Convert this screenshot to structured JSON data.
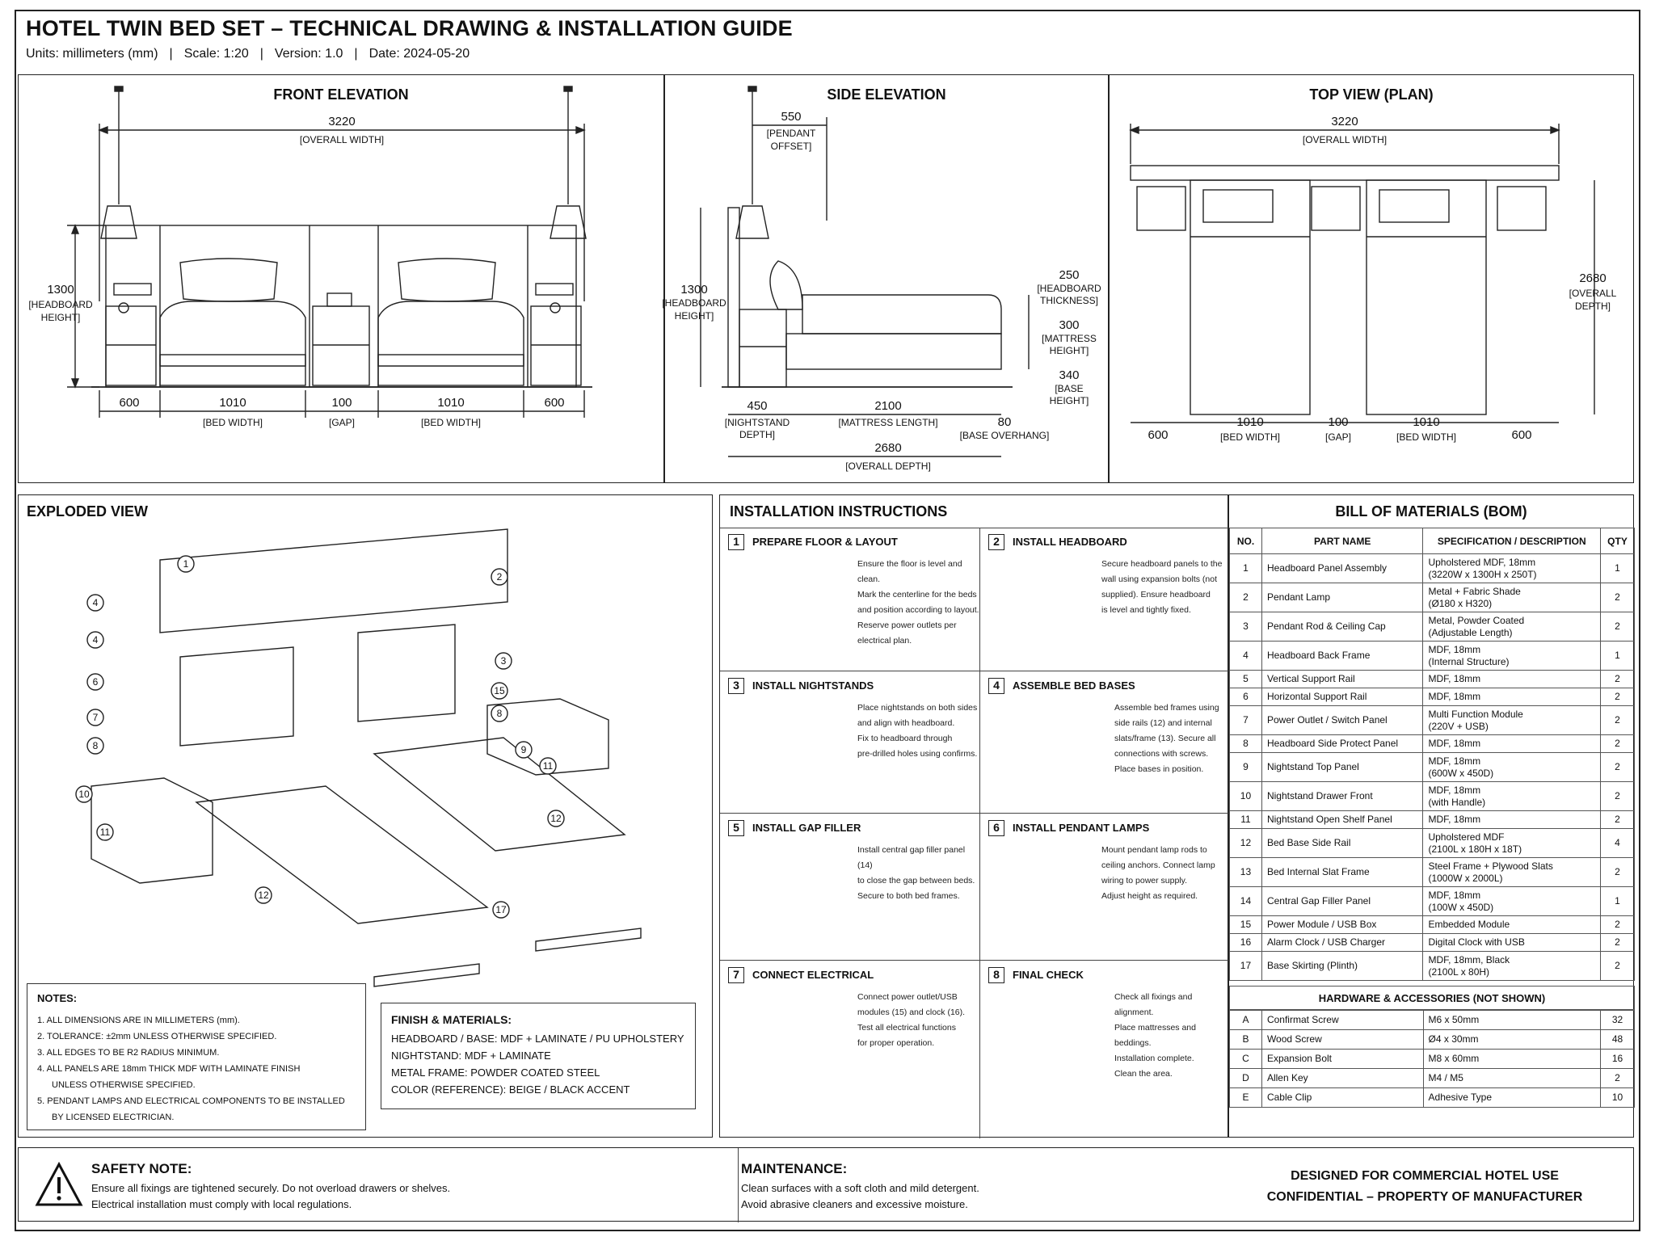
{
  "header": {
    "title": "HOTEL TWIN BED SET – TECHNICAL DRAWING & INSTALLATION GUIDE",
    "units": "Units: millimeters (mm)",
    "scale": "Scale: 1:20",
    "version": "Version: 1.0",
    "date": "Date: 2024-05-20"
  },
  "front": {
    "title": "FRONT ELEVATION",
    "overall": "3220",
    "overall_label": "[OVERALL WIDTH]",
    "height": "1300",
    "height_label1": "[HEADBOARD",
    "height_label2": "HEIGHT]",
    "w1": "600",
    "w2": "1010",
    "w2_label": "[BED WIDTH]",
    "w3": "100",
    "w3_label": "[GAP]",
    "w4": "1010",
    "w4_label": "[BED WIDTH]",
    "w5": "600"
  },
  "side": {
    "title": "SIDE ELEVATION",
    "offset": "550",
    "offset_l1": "[PENDANT",
    "offset_l2": "OFFSET]",
    "height": "1300",
    "height_l1": "[HEADBOARD",
    "height_l2": "HEIGHT]",
    "thick": "250",
    "thick_l1": "[HEADBOARD",
    "thick_l2": "THICKNESS]",
    "mat": "300",
    "mat_l1": "[MATTRESS",
    "mat_l2": "HEIGHT]",
    "base": "340",
    "base_l1": "[BASE",
    "base_l2": "HEIGHT]",
    "ns": "450",
    "ns_l1": "[NIGHTSTAND",
    "ns_l2": "DEPTH]",
    "len": "2100",
    "len_l": "[MATTRESS LENGTH]",
    "over": "80",
    "over_l": "[BASE OVERHANG]",
    "depth": "2680",
    "depth_l": "[OVERALL DEPTH]"
  },
  "top": {
    "title": "TOP VIEW (PLAN)",
    "overall": "3220",
    "overall_label": "[OVERALL WIDTH]",
    "depth": "2680",
    "depth_l1": "[OVERALL",
    "depth_l2": "DEPTH]",
    "w1": "600",
    "w2": "1010",
    "w2_label": "[BED WIDTH]",
    "w3": "100",
    "w3_label": "[GAP]",
    "w4": "1010",
    "w4_label": "[BED WIDTH]",
    "w5": "600"
  },
  "exploded": {
    "title": "EXPLODED VIEW",
    "callouts": [
      "1",
      "2",
      "3",
      "4",
      "4",
      "6",
      "7",
      "8",
      "9",
      "10",
      "11",
      "11",
      "12",
      "12",
      "15",
      "8",
      "17"
    ]
  },
  "notes": {
    "title": "NOTES:",
    "items": [
      "ALL DIMENSIONS ARE IN MILLIMETERS (mm).",
      "TOLERANCE: ±2mm UNLESS OTHERWISE SPECIFIED.",
      "ALL EDGES TO BE R2 RADIUS MINIMUM.",
      "ALL PANELS ARE 18mm THICK MDF WITH LAMINATE FINISH",
      "UNLESS OTHERWISE SPECIFIED.",
      "PENDANT LAMPS AND ELECTRICAL COMPONENTS TO BE INSTALLED",
      "BY LICENSED ELECTRICIAN."
    ],
    "numbers": [
      "1.",
      "2.",
      "3.",
      "4.",
      "",
      "5.",
      ""
    ]
  },
  "finish": {
    "title": "FINISH & MATERIALS:",
    "l1": "HEADBOARD / BASE: MDF + LAMINATE / PU UPHOLSTERY",
    "l2": "NIGHTSTAND:  MDF + LAMINATE",
    "l3": "METAL FRAME: POWDER COATED STEEL",
    "l4": "COLOR (REFERENCE):  BEIGE / BLACK ACCENT"
  },
  "install": {
    "title": "INSTALLATION INSTRUCTIONS",
    "steps": [
      {
        "n": "1",
        "t": "PREPARE FLOOR & LAYOUT",
        "lines": [
          "Ensure the floor is level and clean.",
          "Mark the centerline for the beds",
          "and position according to layout.",
          "Reserve power outlets per",
          "electrical plan."
        ]
      },
      {
        "n": "2",
        "t": "INSTALL HEADBOARD",
        "lines": [
          "Secure headboard panels to the",
          "wall using expansion bolts (not",
          "supplied). Ensure headboard",
          "is level and tightly fixed."
        ]
      },
      {
        "n": "3",
        "t": "INSTALL NIGHTSTANDS",
        "lines": [
          "Place nightstands on both sides",
          "and align with headboard.",
          "Fix to headboard through",
          "pre-drilled holes using confirms."
        ]
      },
      {
        "n": "4",
        "t": "ASSEMBLE BED BASES",
        "lines": [
          "Assemble bed frames using",
          "side rails (12) and internal",
          "slats/frame (13). Secure all",
          "connections with screws.",
          "Place bases in position."
        ]
      },
      {
        "n": "5",
        "t": "INSTALL GAP FILLER",
        "lines": [
          "Install central gap filler panel (14)",
          "to close the gap between beds.",
          "Secure to both bed frames."
        ]
      },
      {
        "n": "6",
        "t": "INSTALL PENDANT LAMPS",
        "lines": [
          "Mount pendant lamp rods to",
          "ceiling anchors. Connect lamp",
          "wiring to power supply.",
          "Adjust height as required."
        ]
      },
      {
        "n": "7",
        "t": "CONNECT ELECTRICAL",
        "lines": [
          "Connect power outlet/USB",
          "modules (15) and clock (16).",
          "Test all electrical functions",
          "for proper operation."
        ]
      },
      {
        "n": "8",
        "t": "FINAL CHECK",
        "lines": [
          "Check all fixings and alignment.",
          "Place mattresses and beddings.",
          "Installation complete.",
          " Clean the area."
        ]
      }
    ]
  },
  "bom": {
    "title": "BILL OF MATERIALS (BOM)",
    "headers": [
      "NO.",
      "PART NAME",
      "SPECIFICATION / DESCRIPTION",
      "QTY"
    ],
    "rows": [
      {
        "no": "1",
        "name": "Headboard Panel Assembly",
        "spec": [
          "Upholstered MDF, 18mm",
          "(3220W x 1300H x 250T)"
        ],
        "qty": "1"
      },
      {
        "no": "2",
        "name": "Pendant Lamp",
        "spec": [
          "Metal + Fabric Shade",
          "(Ø180 x H320)"
        ],
        "qty": "2"
      },
      {
        "no": "3",
        "name": "Pendant Rod & Ceiling Cap",
        "spec": [
          "Metal, Powder Coated",
          "(Adjustable Length)"
        ],
        "qty": "2"
      },
      {
        "no": "4",
        "name": "Headboard Back Frame",
        "spec": [
          "MDF, 18mm",
          "(Internal Structure)"
        ],
        "qty": "1"
      },
      {
        "no": "5",
        "name": "Vertical Support Rail",
        "spec": [
          "MDF, 18mm"
        ],
        "qty": "2"
      },
      {
        "no": "6",
        "name": "Horizontal Support Rail",
        "spec": [
          "MDF, 18mm"
        ],
        "qty": "2"
      },
      {
        "no": "7",
        "name": "Power Outlet / Switch Panel",
        "spec": [
          "Multi Function Module",
          "(220V + USB)"
        ],
        "qty": "2"
      },
      {
        "no": "8",
        "name": "Headboard Side Protect Panel",
        "spec": [
          "MDF, 18mm"
        ],
        "qty": "2"
      },
      {
        "no": "9",
        "name": "Nightstand Top Panel",
        "spec": [
          "MDF, 18mm",
          "(600W x 450D)"
        ],
        "qty": "2"
      },
      {
        "no": "10",
        "name": "Nightstand Drawer Front",
        "spec": [
          "MDF, 18mm",
          "(with Handle)"
        ],
        "qty": "2"
      },
      {
        "no": "11",
        "name": "Nightstand Open Shelf Panel",
        "spec": [
          "MDF, 18mm"
        ],
        "qty": "2"
      },
      {
        "no": "12",
        "name": "Bed Base Side Rail",
        "spec": [
          "Upholstered MDF",
          "(2100L x 180H x 18T)"
        ],
        "qty": "4"
      },
      {
        "no": "13",
        "name": "Bed Internal Slat Frame",
        "spec": [
          "Steel Frame + Plywood Slats",
          "(1000W x 2000L)"
        ],
        "qty": "2"
      },
      {
        "no": "14",
        "name": "Central Gap Filler Panel",
        "spec": [
          "MDF, 18mm",
          "(100W x 450D)"
        ],
        "qty": "1"
      },
      {
        "no": "15",
        "name": "Power Module / USB Box",
        "spec": [
          "Embedded Module"
        ],
        "qty": "2"
      },
      {
        "no": "16",
        "name": "Alarm Clock / USB Charger",
        "spec": [
          "Digital Clock with USB"
        ],
        "qty": "2"
      },
      {
        "no": "17",
        "name": "Base Skirting (Plinth)",
        "spec": [
          "MDF, 18mm, Black",
          "(2100L x 80H)"
        ],
        "qty": "2"
      }
    ],
    "hw_title": "HARDWARE & ACCESSORIES (NOT SHOWN)",
    "hw_rows": [
      {
        "no": "A",
        "name": "Confirmat Screw",
        "spec": "M6 x 50mm",
        "qty": "32"
      },
      {
        "no": "B",
        "name": "Wood Screw",
        "spec": "Ø4 x 30mm",
        "qty": "48"
      },
      {
        "no": "C",
        "name": "Expansion Bolt",
        "spec": "M8 x 60mm",
        "qty": "16"
      },
      {
        "no": "D",
        "name": "Allen Key",
        "spec": "M4 / M5",
        "qty": "2"
      },
      {
        "no": "E",
        "name": "Cable Clip",
        "spec": "Adhesive Type",
        "qty": "10"
      }
    ]
  },
  "footer": {
    "safety_title": "SAFETY NOTE:",
    "safety_l1": "Ensure all fixings are tightened securely. Do not overload drawers or shelves.",
    "safety_l2": "Electrical installation must comply with local regulations.",
    "maint_title": "MAINTENANCE:",
    "maint_l1": "Clean surfaces with a soft cloth and mild detergent.",
    "maint_l2": "Avoid abrasive cleaners and excessive moisture.",
    "right_l1": "DESIGNED FOR COMMERCIAL HOTEL USE",
    "right_l2": "CONFIDENTIAL – PROPERTY OF MANUFACTURER"
  }
}
